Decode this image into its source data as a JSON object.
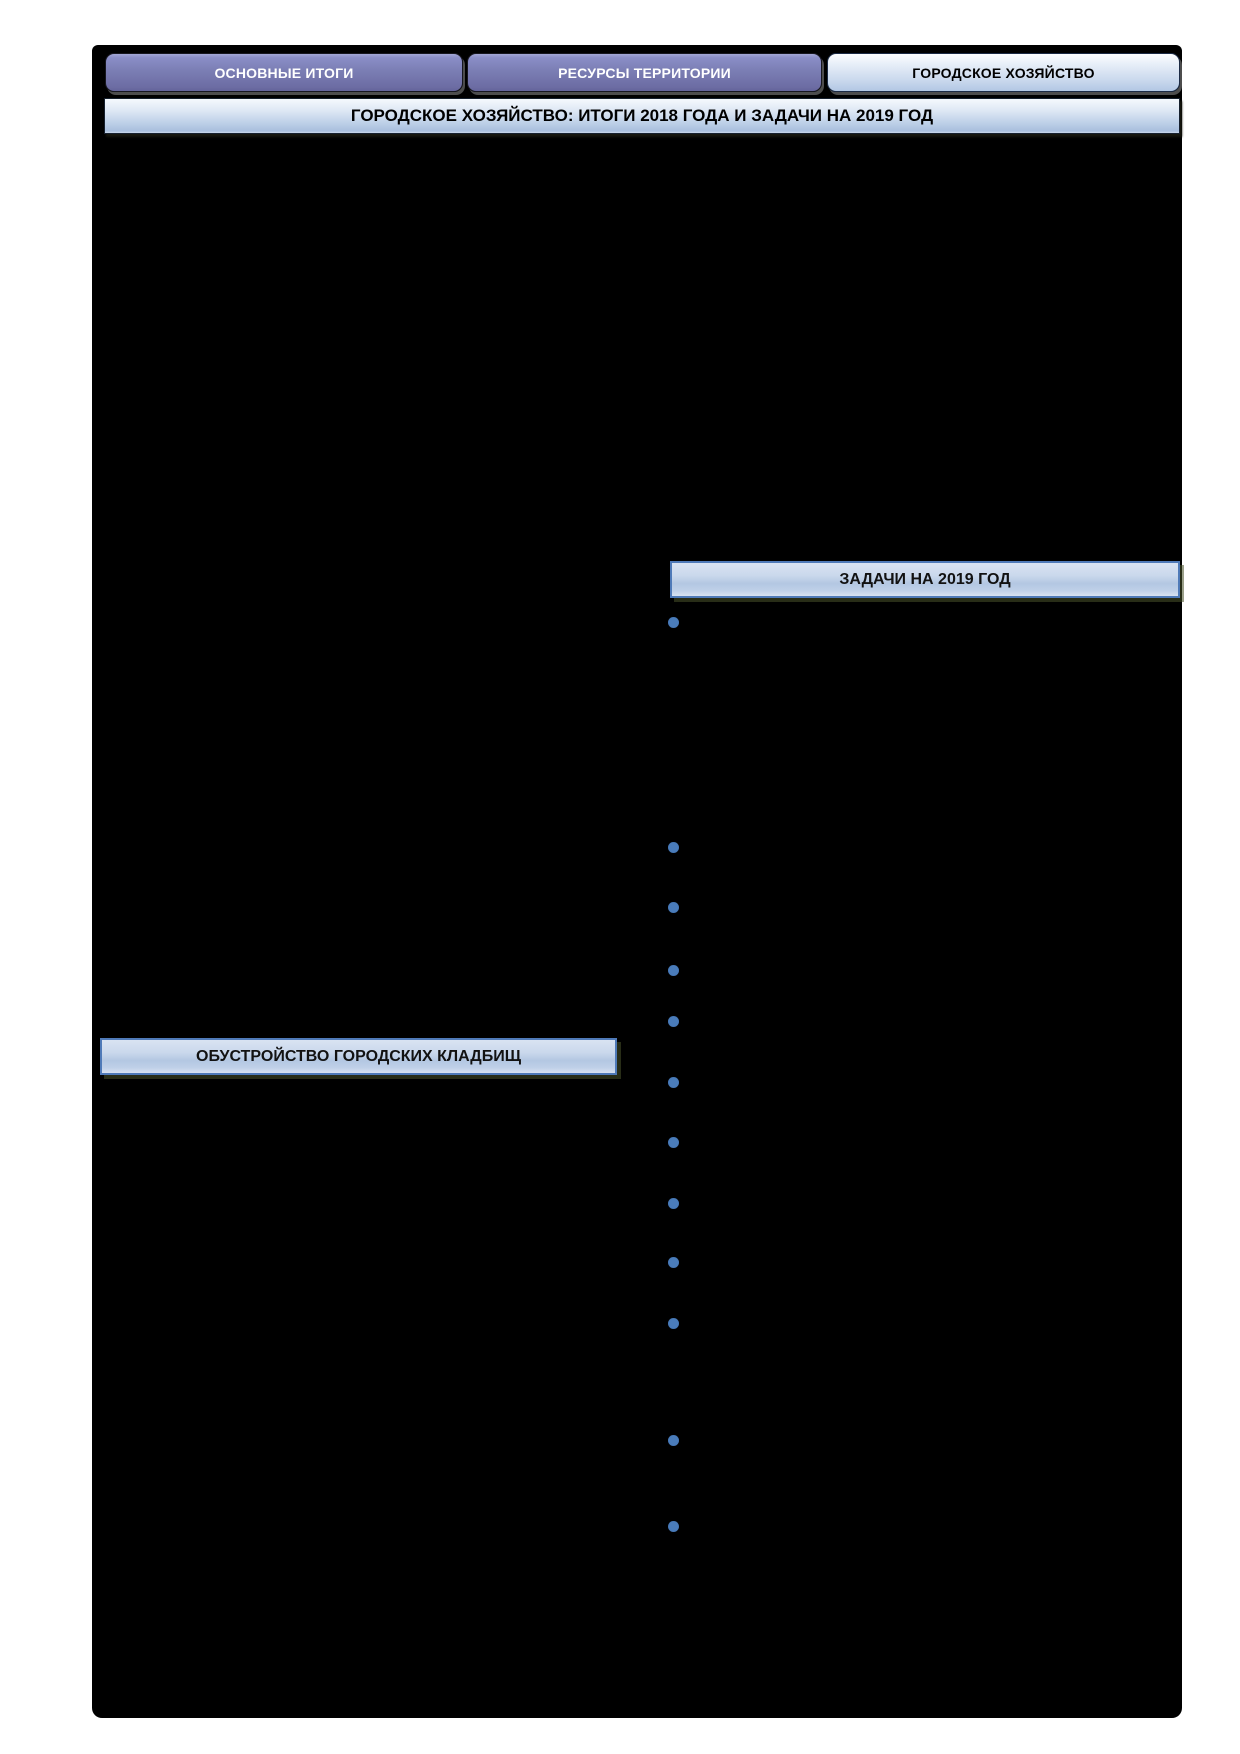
{
  "page": {
    "kind": "presentation-slide-page",
    "slide_background": "#000000",
    "page_background": "#ffffff"
  },
  "tabs": [
    {
      "label": "ОСНОВНЫЕ ИТОГИ",
      "active": false
    },
    {
      "label": "РЕСУРСЫ ТЕРРИТОРИИ",
      "active": false
    },
    {
      "label": "ГОРОДСКОЕ ХОЗЯЙСТВО",
      "active": true
    }
  ],
  "title_banner": {
    "text": "ГОРОДСКОЕ ХОЗЯЙСТВО: ИТОГИ 2018 ГОДА И ЗАДАЧИ НА 2019 ГОД"
  },
  "sections": {
    "tasks": {
      "header": "ЗАДАЧИ НА 2019 ГОД",
      "bullet_count": 12,
      "bullet_icon": "circle-bullet-icon"
    },
    "cemeteries": {
      "header": "ОБУСТРОЙСТВО ГОРОДСКИХ КЛАДБИЩ"
    }
  },
  "colors": {
    "bullet_blue": "#4a7cba",
    "section_header_border": "#4f7ab8",
    "section_header_fill_top": "#d9e3f2",
    "section_header_fill_bottom": "#b3c7e2",
    "inactive_tab_purple": "#7b7eb4",
    "active_tab_blue": "#c9d8ed",
    "tab_text_inactive": "#ffffff",
    "tab_text_active": "#000000"
  }
}
